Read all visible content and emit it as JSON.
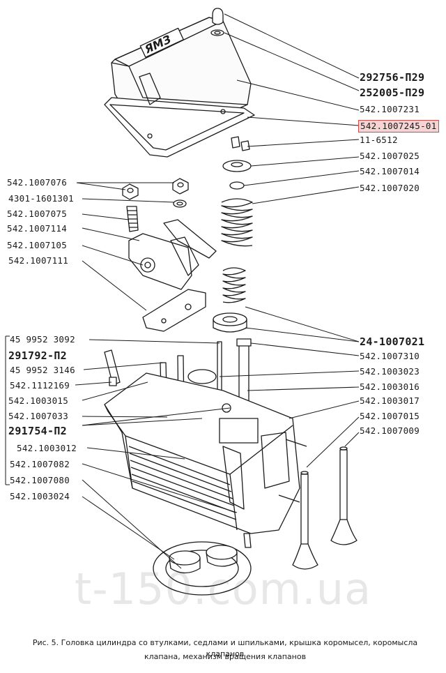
{
  "labels_right": [
    {
      "id": "r1",
      "text": "292756-П29",
      "bold": true
    },
    {
      "id": "r2",
      "text": "252005-П29",
      "bold": true
    },
    {
      "id": "r3",
      "text": "542.1007231"
    },
    {
      "id": "r4",
      "text": "542.1007245-01",
      "highlight": true
    },
    {
      "id": "r5",
      "text": "11-6512"
    },
    {
      "id": "r6",
      "text": "542.1007025"
    },
    {
      "id": "r7",
      "text": "542.1007014"
    },
    {
      "id": "r8",
      "text": "542.1007020"
    },
    {
      "id": "r9",
      "text": "24-1007021",
      "bold": true
    },
    {
      "id": "r10",
      "text": "542.1007310"
    },
    {
      "id": "r11",
      "text": "542.1003023"
    },
    {
      "id": "r12",
      "text": "542.1003016"
    },
    {
      "id": "r13",
      "text": "542.1003017"
    },
    {
      "id": "r14",
      "text": "542.1007015"
    },
    {
      "id": "r15",
      "text": "542.1007009"
    }
  ],
  "labels_left": [
    {
      "id": "l1",
      "text": "542.1007076"
    },
    {
      "id": "l2",
      "text": "4301-1601301"
    },
    {
      "id": "l3",
      "text": "542.1007075"
    },
    {
      "id": "l4",
      "text": "542.1007114"
    },
    {
      "id": "l5",
      "text": "542.1007105"
    },
    {
      "id": "l6",
      "text": "542.1007111"
    },
    {
      "id": "l7",
      "text": "45 9952 3092"
    },
    {
      "id": "l8",
      "text": "291792-П2",
      "bold": true
    },
    {
      "id": "l9",
      "text": "45 9952 3146"
    },
    {
      "id": "l10",
      "text": "542.1112169"
    },
    {
      "id": "l11",
      "text": "542.1003015"
    },
    {
      "id": "l12",
      "text": "542.1007033"
    },
    {
      "id": "l13",
      "text": "291754-П2",
      "bold": true
    },
    {
      "id": "l14",
      "text": "542.1003012"
    },
    {
      "id": "l15",
      "text": "542.1007082"
    },
    {
      "id": "l16",
      "text": "542.1007080"
    },
    {
      "id": "l17",
      "text": "542.1003024"
    }
  ],
  "cover_logo": "ЯМЗ",
  "watermark": "t-150.com.ua",
  "caption": {
    "line1": "Рис. 5. Головка цилиндра со втулками, седлами и шпильками, крышка коромысел, коромысла клапанов",
    "line2": "клапана, механизм вращения клапанов"
  },
  "colors": {
    "line": "#1a1a1a",
    "highlight_bg": "#f7d4d4",
    "highlight_border": "#d24a4a"
  }
}
